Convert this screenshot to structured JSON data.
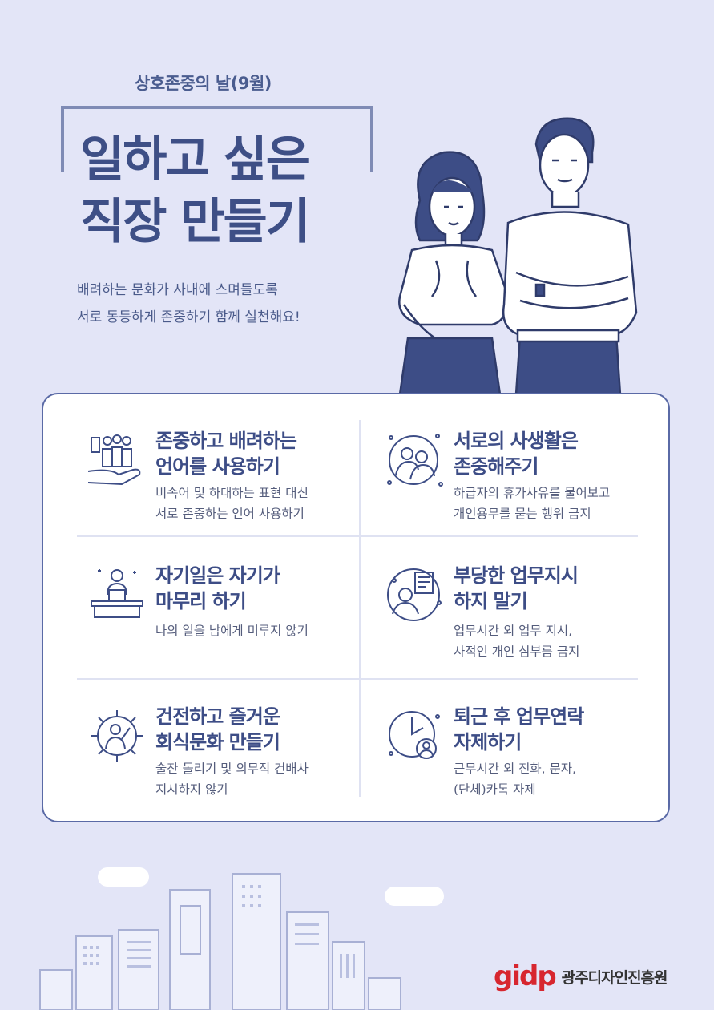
{
  "header": {
    "subtitle": "상호존중의 날(9월)",
    "title_line1": "일하고 싶은",
    "title_line2": "직장 만들기",
    "desc_line1": "배려하는 문화가 사내에 스며들도록",
    "desc_line2": "서로 동등하게 존중하기 함께 실천해요!"
  },
  "items": [
    {
      "heading": "존중하고 배려하는\n언어를 사용하기",
      "body": "비속어 및 하대하는 표현 대신\n서로 존중하는 언어 사용하기",
      "icon": "handshake-people-icon"
    },
    {
      "heading": "서로의 사생활은\n존중해주기",
      "body": "하급자의 휴가사유를 물어보고\n개인용무를 묻는 행위 금지",
      "icon": "couple-circle-icon"
    },
    {
      "heading": "자기일은 자기가\n마무리 하기",
      "body": "나의 일을 남에게 미루지 않기",
      "icon": "desk-worker-icon"
    },
    {
      "heading": "부당한 업무지시\n하지 말기",
      "body": "업무시간 외 업무 지시,\n사적인 개인 심부름 금지",
      "icon": "person-document-icon"
    },
    {
      "heading": "건전하고 즐거운\n회식문화 만들기",
      "body": "술잔 돌리기 및 의무적 건배사\n지시하지 않기",
      "icon": "gear-person-icon"
    },
    {
      "heading": "퇴근 후 업무연락\n자제하기",
      "body": "근무시간 외 전화, 문자,\n(단체)카톡 자제",
      "icon": "clock-person-icon"
    }
  ],
  "logo": {
    "mark": "gidp",
    "name": "광주디자인진흥원"
  },
  "colors": {
    "background": "#e3e5f7",
    "navy": "#3d4d86",
    "accent_red": "#d7262f"
  }
}
